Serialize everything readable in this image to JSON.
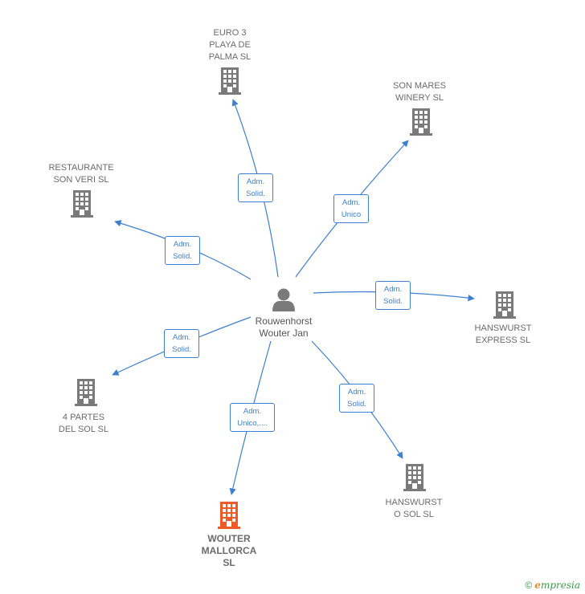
{
  "center": {
    "label": "Rouwenhorst\nWouter Jan",
    "icon": "person-icon"
  },
  "companies": [
    {
      "id": "euro3",
      "label": "EURO 3\nPLAYA DE\nPALMA  SL",
      "icon": "building-icon"
    },
    {
      "id": "sonmares",
      "label": "SON MARES\nWINERY  SL",
      "icon": "building-icon"
    },
    {
      "id": "restaurante",
      "label": "RESTAURANTE\nSON VERI  SL",
      "icon": "building-icon"
    },
    {
      "id": "hanswurstexpress",
      "label": "HANSWURST\nEXPRESS  SL",
      "icon": "building-icon"
    },
    {
      "id": "4partes",
      "label": "4 PARTES\nDEL SOL  SL",
      "icon": "building-icon"
    },
    {
      "id": "hanswurstosol",
      "label": "HANSWURST\nO SOL  SL",
      "icon": "building-icon"
    },
    {
      "id": "woutermallorca",
      "label": "WOUTER\nMALLORCA\nSL",
      "icon": "building-icon",
      "highlight": true
    }
  ],
  "edges": [
    {
      "to": "euro3",
      "label": "Adm.\nSolid."
    },
    {
      "to": "sonmares",
      "label": "Adm.\nUnico"
    },
    {
      "to": "restaurante",
      "label": "Adm.\nSolid."
    },
    {
      "to": "hanswurstexpress",
      "label": "Adm.\nSolid."
    },
    {
      "to": "4partes",
      "label": "Adm.\nSolid."
    },
    {
      "to": "hanswurstosol",
      "label": "Adm.\nSolid."
    },
    {
      "to": "woutermallorca",
      "label": "Adm.\nUnico,...."
    }
  ],
  "colors": {
    "edge": "#3d7fd0",
    "building": "#7a7a7a",
    "highlight": "#f05a28",
    "person": "#7a7a7a"
  },
  "footer": {
    "copyright": "©",
    "brand_initial": "e",
    "brand_rest": "mpresia"
  }
}
